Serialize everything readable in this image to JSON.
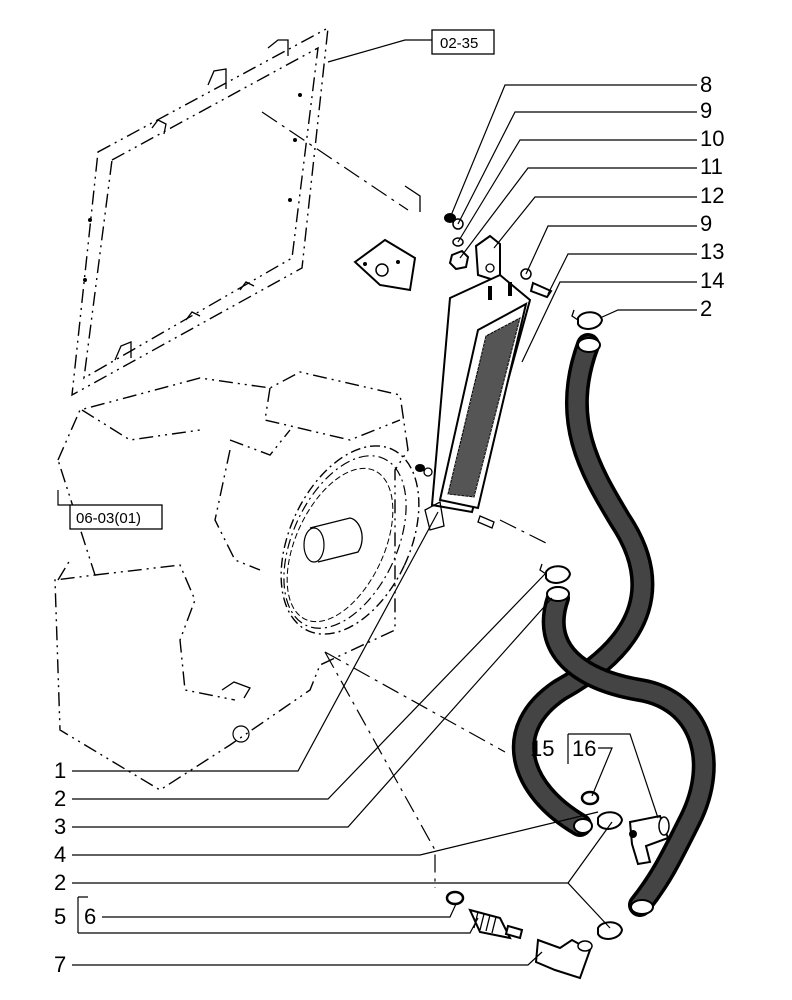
{
  "references": {
    "frame_ref": "02-35",
    "engine_ref": "06-03(01)"
  },
  "callouts_right": [
    "8",
    "9",
    "10",
    "11",
    "12",
    "9",
    "13",
    "14",
    "2"
  ],
  "callouts_left": [
    "1",
    "2",
    "3",
    "4",
    "2",
    "5",
    "6",
    "7"
  ],
  "callouts_mid": [
    "15",
    "16"
  ],
  "icons": [
    "mounting-frame-icon",
    "engine-housing-icon",
    "oil-cooler-icon",
    "hose-icon",
    "hose-clamp-icon",
    "bracket-icon",
    "elbow-fitting-icon",
    "adapter-fitting-icon",
    "tee-fitting-icon"
  ]
}
